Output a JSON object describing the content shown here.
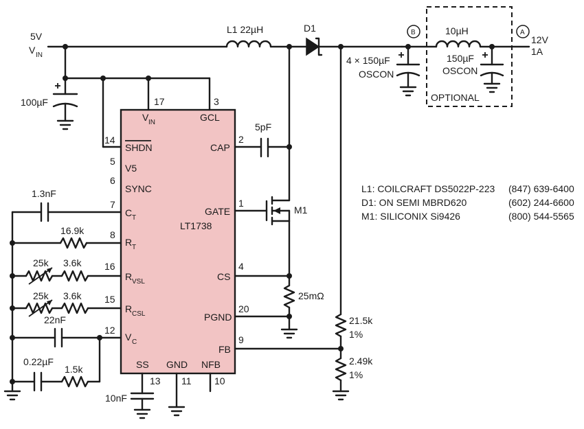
{
  "input": {
    "voltage": "5V",
    "vin_main": "V",
    "vin_sub": "IN"
  },
  "output": {
    "voltage": "12V",
    "current": "1A"
  },
  "chip": {
    "name": "LT1738",
    "pins": {
      "vin_main": "V",
      "vin_sub": "IN",
      "vin_num": "17",
      "gcl": "GCL",
      "gcl_num": "3",
      "shdn": "SHDN",
      "shdn_num": "14",
      "v5": "V5",
      "v5_num": "5",
      "sync": "SYNC",
      "sync_num": "6",
      "ct_main": "C",
      "ct_sub": "T",
      "ct_num": "7",
      "rt_main": "R",
      "rt_sub": "T",
      "rt_num": "8",
      "rvsl_main": "R",
      "rvsl_sub": "VSL",
      "rvsl_num": "16",
      "rcsl_main": "R",
      "rcsl_sub": "CSL",
      "rcsl_num": "15",
      "vc_main": "V",
      "vc_sub": "C",
      "vc_num": "12",
      "cap": "CAP",
      "cap_num": "2",
      "gate": "GATE",
      "gate_num": "1",
      "cs": "CS",
      "cs_num": "4",
      "pgnd": "PGND",
      "pgnd_num": "20",
      "fb": "FB",
      "fb_num": "9",
      "ss": "SS",
      "ss_num": "13",
      "gnd": "GND",
      "gnd_num": "11",
      "nfb": "NFB",
      "nfb_num": "10"
    }
  },
  "components": {
    "l1": "L1  22µH",
    "d1": "D1",
    "c_in": "100µF",
    "c_out_main": "4 × 150µF",
    "c_out_type": "OSCON",
    "l_filter": "10µH",
    "c_filter": "150µF",
    "c_filter_type": "OSCON",
    "optional_label": "OPTIONAL",
    "node_b": "B",
    "node_a": "A",
    "c_cap": "5pF",
    "m1": "M1",
    "r_sense": "25mΩ",
    "r_fb_top": "21.5k",
    "r_fb_top_tol": "1%",
    "r_fb_bot": "2.49k",
    "r_fb_bot_tol": "1%",
    "c_ct": "1.3nF",
    "r_rt": "16.9k",
    "r_vsl_pot": "25k",
    "r_vsl": "3.6k",
    "r_csl_pot": "25k",
    "r_csl": "3.6k",
    "c_vc": "22nF",
    "c_comp": "0.22µF",
    "r_comp": "1.5k",
    "c_ss": "10nF"
  },
  "bom": [
    {
      "part": "L1: COILCRAFT DS5022P-223",
      "phone": "(847) 639-6400"
    },
    {
      "part": "D1: ON SEMI MBRD620",
      "phone": "(602) 244-6600"
    },
    {
      "part": "M1: SILICONIX Si9426",
      "phone": "(800) 544-5565"
    }
  ],
  "colors": {
    "chip_fill": "#f2c4c4",
    "ink": "#1a1a1a",
    "background": "#ffffff"
  }
}
